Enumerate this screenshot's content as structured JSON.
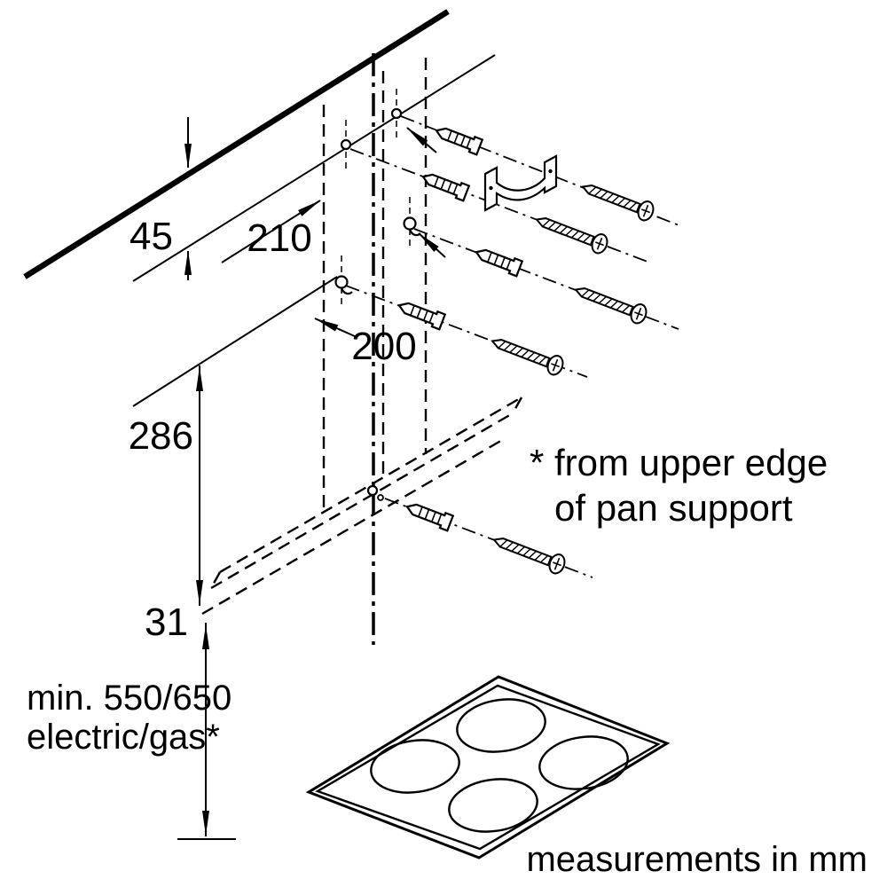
{
  "labels": {
    "gap_45": "45",
    "offset_210": "210",
    "offset_200": "200",
    "height_286": "286",
    "edge_31": "31",
    "clearance_line1": "min. 550/650",
    "clearance_line2": "electric/gas*",
    "footnote_line1": "* from upper edge",
    "footnote_line2": "of pan support",
    "units_note": "measurements in mm"
  },
  "colors": {
    "line": "#000000",
    "background": "#ffffff"
  }
}
